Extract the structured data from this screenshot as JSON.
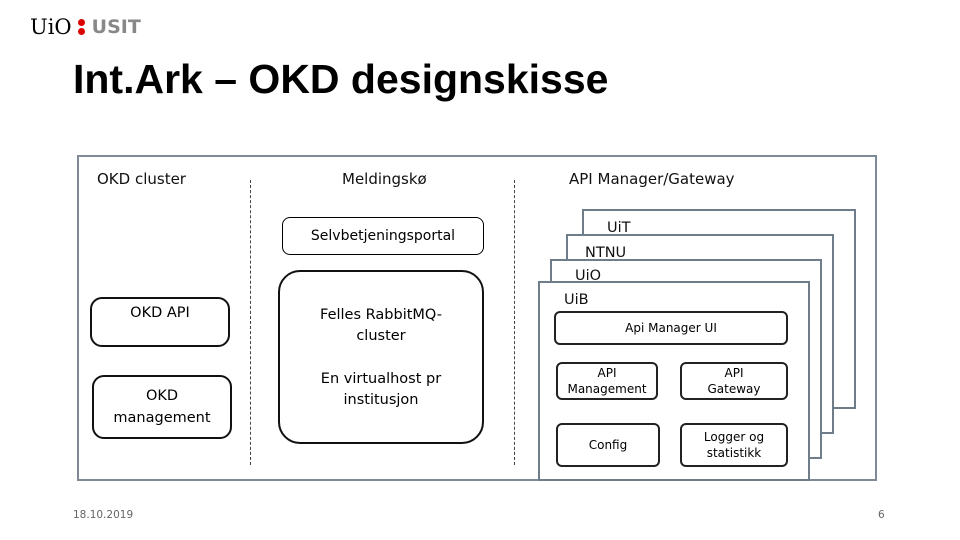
{
  "logo": {
    "uio": "UiO",
    "usit": "USIT"
  },
  "title": "Int.Ark – OKD designskisse",
  "columns": {
    "okd": "OKD cluster",
    "queue": "Meldingskø",
    "api": "API Manager/Gateway"
  },
  "okd_boxes": {
    "api": "OKD API",
    "management_line1": "OKD",
    "management_line2": "management"
  },
  "queue_boxes": {
    "portal": "Selvbetjeningsportal",
    "rabbit_line1": "Felles RabbitMQ-",
    "rabbit_line2": "cluster",
    "vhost_line1": "En virtualhost pr",
    "vhost_line2": "institusjon"
  },
  "institutions": [
    "UiT",
    "NTNU",
    "UiO",
    "UiB"
  ],
  "front_panel": {
    "manager_ui": "Api Manager UI",
    "management_line1": "API",
    "management_line2": "Management",
    "gateway_line1": "API",
    "gateway_line2": "Gateway",
    "config": "Config",
    "logger_line1": "Logger og",
    "logger_line2": "statistikk"
  },
  "footer": {
    "date": "18.10.2019",
    "page": "6"
  },
  "colors": {
    "logo_red": "#dd0000",
    "frame_border": "#7f8a96"
  }
}
